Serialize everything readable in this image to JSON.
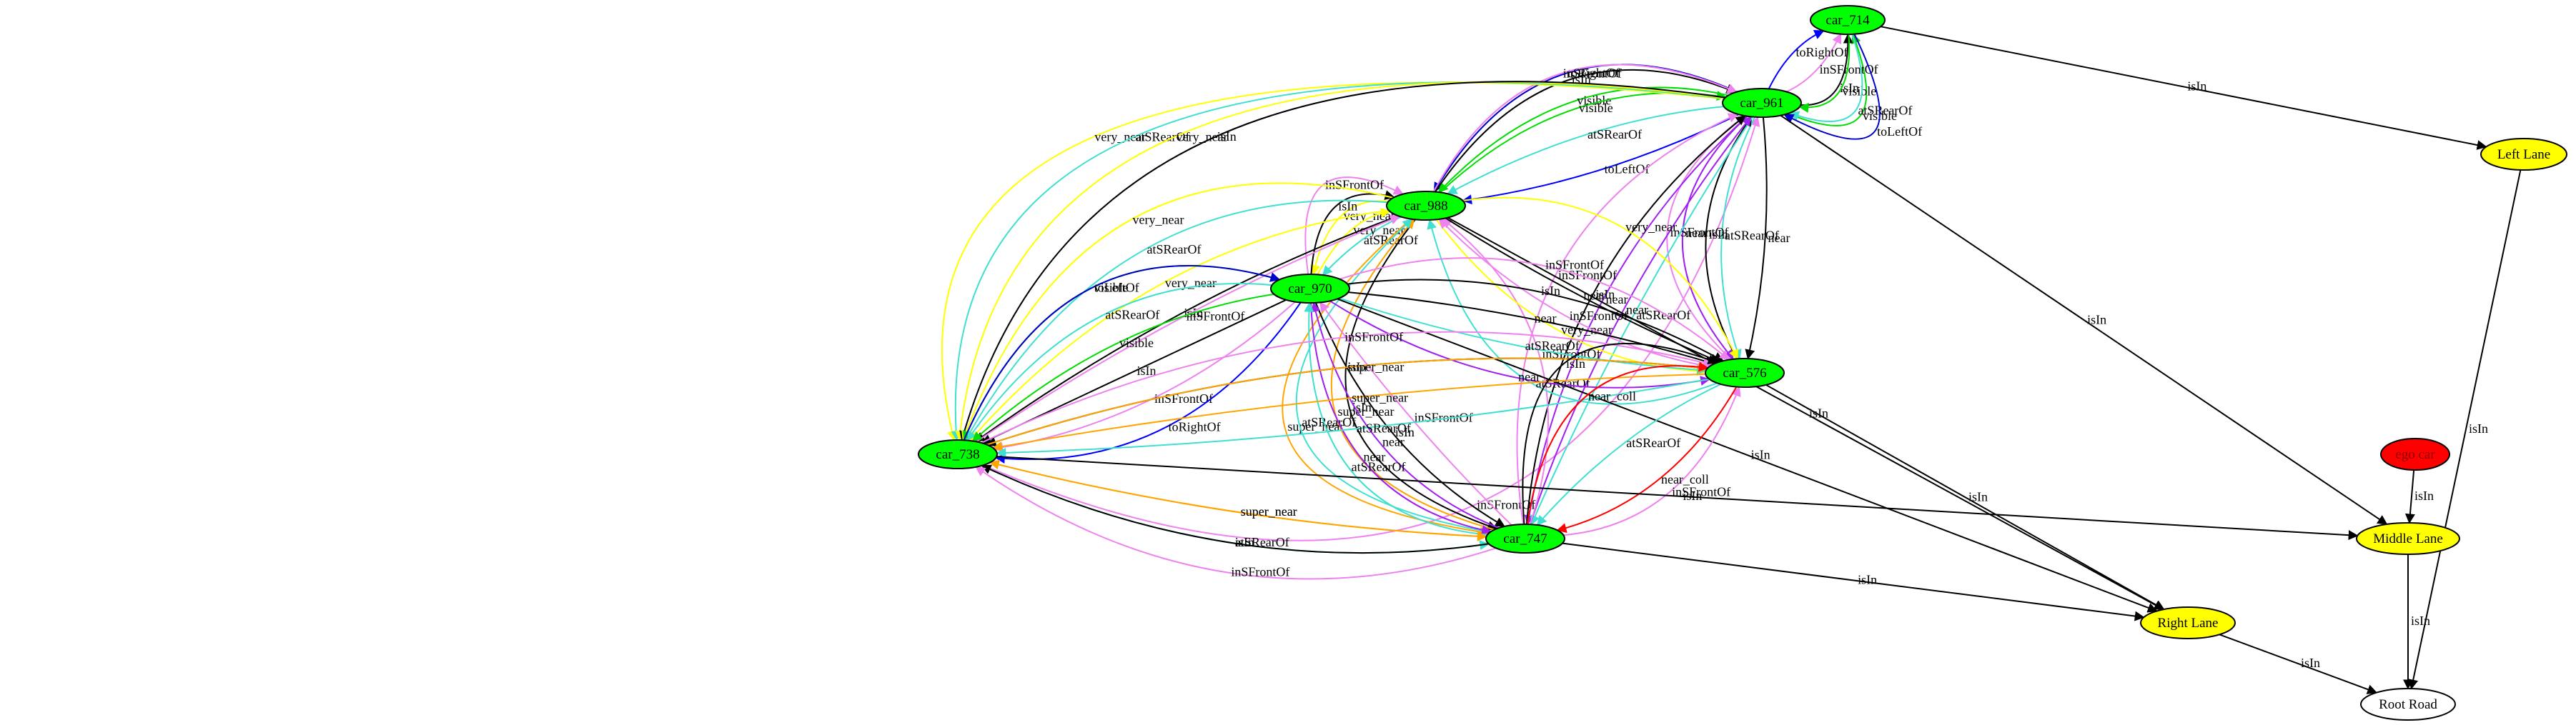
{
  "nodes": [
    {
      "id": "car_714",
      "label": "car_714",
      "fill": "#00ff00"
    },
    {
      "id": "car_961",
      "label": "car_961",
      "fill": "#00ff00"
    },
    {
      "id": "car_988",
      "label": "car_988",
      "fill": "#00ff00"
    },
    {
      "id": "car_970",
      "label": "car_970",
      "fill": "#00ff00"
    },
    {
      "id": "car_576",
      "label": "car_576",
      "fill": "#00ff00"
    },
    {
      "id": "car_738",
      "label": "car_738",
      "fill": "#00ff00"
    },
    {
      "id": "car_747",
      "label": "car_747",
      "fill": "#00ff00"
    },
    {
      "id": "ego_car",
      "label": "ego car",
      "fill": "#ff0000",
      "text_color": "#8b0000"
    },
    {
      "id": "left_lane",
      "label": "Left Lane",
      "fill": "#ffff00"
    },
    {
      "id": "middle_lane",
      "label": "Middle Lane",
      "fill": "#ffff00"
    },
    {
      "id": "right_lane",
      "label": "Right Lane",
      "fill": "#ffff00"
    },
    {
      "id": "root_road",
      "label": "Root Road",
      "fill": "#ffffff"
    }
  ],
  "edges": [
    {
      "from": "car_961",
      "to": "car_714",
      "label": "visible",
      "color": "#00dd00"
    },
    {
      "from": "car_961",
      "to": "car_714",
      "label": "isIn",
      "color": "#000000"
    },
    {
      "from": "car_961",
      "to": "car_714",
      "label": "inSFrontOf",
      "color": "#ee82ee"
    },
    {
      "from": "car_961",
      "to": "car_714",
      "label": "toRightOf",
      "color": "#0000ff"
    },
    {
      "from": "car_714",
      "to": "car_961",
      "label": "visible",
      "color": "#00dd00"
    },
    {
      "from": "car_714",
      "to": "car_961",
      "label": "atSRearOf",
      "color": "#40e0d0"
    },
    {
      "from": "car_714",
      "to": "car_961",
      "label": "toLeftOf",
      "color": "#0000cc"
    },
    {
      "from": "car_714",
      "to": "left_lane",
      "label": "isIn",
      "color": "#000000"
    },
    {
      "from": "car_961",
      "to": "car_988",
      "label": "toRightOf",
      "color": "#0000cc"
    },
    {
      "from": "car_961",
      "to": "car_988",
      "label": "visible",
      "color": "#00dd00"
    },
    {
      "from": "car_961",
      "to": "car_988",
      "label": "atSRearOf",
      "color": "#40e0d0"
    },
    {
      "from": "car_961",
      "to": "car_988",
      "label": "toLeftOf",
      "color": "#0000ff"
    },
    {
      "from": "car_988",
      "to": "car_961",
      "label": "visible",
      "color": "#00dd00"
    },
    {
      "from": "car_988",
      "to": "car_961",
      "label": "isIn",
      "color": "#000000"
    },
    {
      "from": "car_988",
      "to": "car_961",
      "label": "inSFrontOf",
      "color": "#ee82ee"
    },
    {
      "from": "car_961",
      "to": "car_738",
      "label": "very_near",
      "color": "#ffff00"
    },
    {
      "from": "car_961",
      "to": "car_738",
      "label": "atSRearOf",
      "color": "#40e0d0"
    },
    {
      "from": "car_961",
      "to": "car_738",
      "label": "very_near",
      "color": "#ffff00"
    },
    {
      "from": "car_961",
      "to": "car_738",
      "label": "isIn",
      "color": "#000000"
    },
    {
      "from": "car_738",
      "to": "car_961",
      "label": "inSFrontOf",
      "color": "#ee82ee"
    },
    {
      "from": "car_961",
      "to": "car_576",
      "label": "near",
      "color": "#a020f0"
    },
    {
      "from": "car_961",
      "to": "car_576",
      "label": "atSRearOf",
      "color": "#40e0d0"
    },
    {
      "from": "car_961",
      "to": "car_576",
      "label": "near",
      "color": "#000000"
    },
    {
      "from": "car_576",
      "to": "car_961",
      "label": "isIn",
      "color": "#000000"
    },
    {
      "from": "car_576",
      "to": "car_961",
      "label": "inSFrontOf",
      "color": "#ee82ee"
    },
    {
      "from": "car_961",
      "to": "car_747",
      "label": "near",
      "color": "#a020f0"
    },
    {
      "from": "car_961",
      "to": "car_747",
      "label": "atSRearOf",
      "color": "#40e0d0"
    },
    {
      "from": "car_747",
      "to": "car_961",
      "label": "near",
      "color": "#a020f0"
    },
    {
      "from": "car_747",
      "to": "car_961",
      "label": "isIn",
      "color": "#000000"
    },
    {
      "from": "car_747",
      "to": "car_961",
      "label": "inSFrontOf",
      "color": "#ee82ee"
    },
    {
      "from": "car_961",
      "to": "middle_lane",
      "label": "isIn",
      "color": "#000000"
    },
    {
      "from": "car_988",
      "to": "car_970",
      "label": "very_near",
      "color": "#ffff00"
    },
    {
      "from": "car_988",
      "to": "car_970",
      "label": "atSRearOf",
      "color": "#40e0d0"
    },
    {
      "from": "car_970",
      "to": "car_988",
      "label": "very_near",
      "color": "#ffff00"
    },
    {
      "from": "car_970",
      "to": "car_988",
      "label": "isIn",
      "color": "#000000"
    },
    {
      "from": "car_970",
      "to": "car_988",
      "label": "inSFrontOf",
      "color": "#ee82ee"
    },
    {
      "from": "car_988",
      "to": "car_738",
      "label": "atSRearOf",
      "color": "#40e0d0"
    },
    {
      "from": "car_988",
      "to": "car_738",
      "label": "very_near",
      "color": "#ffff00"
    },
    {
      "from": "car_988",
      "to": "car_738",
      "label": "isIn",
      "color": "#000000"
    },
    {
      "from": "car_738",
      "to": "car_988",
      "label": "inSFrontOf",
      "color": "#ee82ee"
    },
    {
      "from": "car_988",
      "to": "car_738",
      "label": "very_near",
      "color": "#ffff00"
    },
    {
      "from": "car_988",
      "to": "car_747",
      "label": "super_near",
      "color": "#ffa500"
    },
    {
      "from": "car_988",
      "to": "car_747",
      "label": "isIn",
      "color": "#000000"
    },
    {
      "from": "car_747",
      "to": "car_988",
      "label": "inSFrontOf",
      "color": "#ee82ee"
    },
    {
      "from": "car_988",
      "to": "car_576",
      "label": "very_near",
      "color": "#ffff00"
    },
    {
      "from": "car_988",
      "to": "car_576",
      "label": "near",
      "color": "#000000"
    },
    {
      "from": "car_576",
      "to": "car_988",
      "label": "inSFrontOf",
      "color": "#ee82ee"
    },
    {
      "from": "car_988",
      "to": "car_576",
      "label": "very_near",
      "color": "#ffff00"
    },
    {
      "from": "car_576",
      "to": "car_988",
      "label": "atSRearOf",
      "color": "#40e0d0"
    },
    {
      "from": "car_747",
      "to": "car_988",
      "label": "super_near",
      "color": "#ffa500"
    },
    {
      "from": "car_747",
      "to": "car_988",
      "label": "atSRearOf",
      "color": "#40e0d0"
    },
    {
      "from": "car_988",
      "to": "right_lane",
      "label": "isIn",
      "color": "#000000"
    },
    {
      "from": "car_970",
      "to": "car_738",
      "label": "visible",
      "color": "#00dd00"
    },
    {
      "from": "car_970",
      "to": "car_738",
      "label": "atSRearOf",
      "color": "#40e0d0"
    },
    {
      "from": "car_970",
      "to": "car_738",
      "label": "visible",
      "color": "#00dd00"
    },
    {
      "from": "car_970",
      "to": "car_738",
      "label": "isIn",
      "color": "#000000"
    },
    {
      "from": "car_970",
      "to": "car_738",
      "label": "inSFrontOf",
      "color": "#ee82ee"
    },
    {
      "from": "car_970",
      "to": "car_738",
      "label": "toRightOf",
      "color": "#0000ff"
    },
    {
      "from": "car_738",
      "to": "car_970",
      "label": "toLeftOf",
      "color": "#0000cc"
    },
    {
      "from": "car_970",
      "to": "car_576",
      "label": "near",
      "color": "#a020f0"
    },
    {
      "from": "car_970",
      "to": "car_576",
      "label": "atSRearOf",
      "color": "#40e0d0"
    },
    {
      "from": "car_970",
      "to": "car_576",
      "label": "near",
      "color": "#000000"
    },
    {
      "from": "car_970",
      "to": "car_576",
      "label": "isIn",
      "color": "#000000"
    },
    {
      "from": "car_970",
      "to": "car_576",
      "label": "inSFrontOf",
      "color": "#ee82ee"
    },
    {
      "from": "car_970",
      "to": "car_747",
      "label": "near",
      "color": "#a020f0"
    },
    {
      "from": "car_970",
      "to": "car_747",
      "label": "isIn",
      "color": "#000000"
    },
    {
      "from": "car_747",
      "to": "car_970",
      "label": "inSFrontOf",
      "color": "#ee82ee"
    },
    {
      "from": "car_747",
      "to": "car_970",
      "label": "near",
      "color": "#a020f0"
    },
    {
      "from": "car_747",
      "to": "car_970",
      "label": "atSRearOf",
      "color": "#40e0d0"
    },
    {
      "from": "car_970",
      "to": "right_lane",
      "label": "isIn",
      "color": "#000000"
    },
    {
      "from": "car_576",
      "to": "car_738",
      "label": "isIn",
      "color": "#000000"
    },
    {
      "from": "car_576",
      "to": "car_738",
      "label": "super_near",
      "color": "#ffa500"
    },
    {
      "from": "car_576",
      "to": "car_738",
      "label": "atSRearOf",
      "color": "#40e0d0"
    },
    {
      "from": "car_738",
      "to": "car_576",
      "label": "super_near",
      "color": "#ffa500"
    },
    {
      "from": "car_738",
      "to": "car_576",
      "label": "inSFrontOf",
      "color": "#ee82ee"
    },
    {
      "from": "car_747",
      "to": "car_576",
      "label": "inSFrontOf",
      "color": "#ee82ee"
    },
    {
      "from": "car_576",
      "to": "car_747",
      "label": "atSRearOf",
      "color": "#40e0d0"
    },
    {
      "from": "car_576",
      "to": "car_747",
      "label": "near_coll",
      "color": "#ff0000"
    },
    {
      "from": "car_747",
      "to": "car_576",
      "label": "near_coll",
      "color": "#ff0000"
    },
    {
      "from": "car_747",
      "to": "car_576",
      "label": "isIn",
      "color": "#000000"
    },
    {
      "from": "car_576",
      "to": "right_lane",
      "label": "isIn",
      "color": "#000000"
    },
    {
      "from": "car_738",
      "to": "car_747",
      "label": "atSRearOf",
      "color": "#40e0d0"
    },
    {
      "from": "car_738",
      "to": "car_747",
      "label": "super_near",
      "color": "#ffa500"
    },
    {
      "from": "car_747",
      "to": "car_738",
      "label": "super_near",
      "color": "#ffa500"
    },
    {
      "from": "car_747",
      "to": "car_738",
      "label": "isIn",
      "color": "#000000"
    },
    {
      "from": "car_747",
      "to": "car_738",
      "label": "inSFrontOf",
      "color": "#ee82ee"
    },
    {
      "from": "car_738",
      "to": "middle_lane",
      "label": "isIn",
      "color": "#000000"
    },
    {
      "from": "car_747",
      "to": "right_lane",
      "label": "isIn",
      "color": "#000000"
    },
    {
      "from": "ego_car",
      "to": "middle_lane",
      "label": "isIn",
      "color": "#000000"
    },
    {
      "from": "left_lane",
      "to": "root_road",
      "label": "isIn",
      "color": "#000000"
    },
    {
      "from": "middle_lane",
      "to": "root_road",
      "label": "isIn",
      "color": "#000000"
    },
    {
      "from": "right_lane",
      "to": "root_road",
      "label": "isIn",
      "color": "#000000"
    }
  ]
}
